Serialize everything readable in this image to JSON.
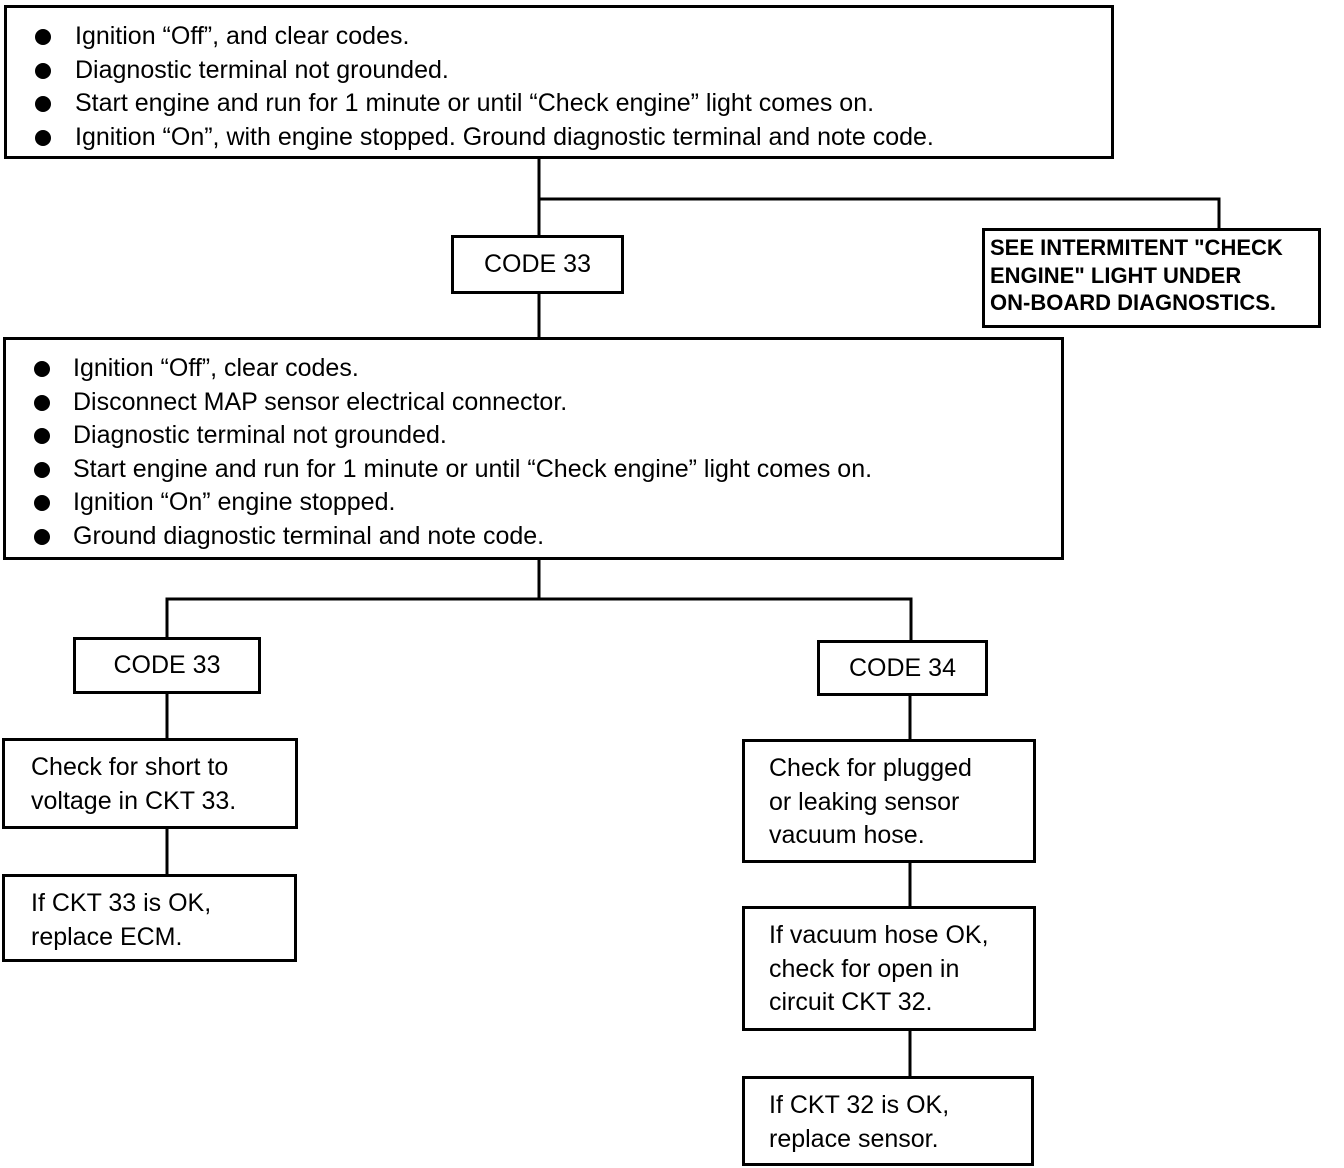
{
  "top_box": {
    "items": [
      "Ignition “Off”, and clear codes.",
      "Diagnostic terminal not grounded.",
      "Start engine and run for 1 minute or until “Check engine” light comes on.",
      "Ignition “On”, with engine stopped. Ground diagnostic terminal and note code."
    ]
  },
  "code_top": "CODE 33",
  "intermittent_note": [
    "SEE INTERMITENT \"CHECK",
    "ENGINE\" LIGHT UNDER",
    "ON-BOARD DIAGNOSTICS."
  ],
  "middle_box": {
    "items": [
      "Ignition “Off”, clear codes.",
      "Disconnect MAP sensor electrical connector.",
      "Diagnostic terminal not grounded.",
      "Start engine and run for 1 minute or until “Check engine” light comes on.",
      "Ignition “On” engine stopped.",
      "Ground diagnostic terminal and note code."
    ]
  },
  "left_branch": {
    "code": "CODE 33",
    "check": [
      "Check for short to",
      "voltage in CKT 33."
    ],
    "result": [
      "If CKT 33 is OK,",
      "replace ECM."
    ]
  },
  "right_branch": {
    "code": "CODE 34",
    "check": [
      "Check for plugged",
      "or leaking sensor",
      "vacuum hose."
    ],
    "check_open": [
      "If vacuum hose OK,",
      "check for open in",
      "circuit CKT 32."
    ],
    "result": [
      "If CKT 32 is OK,",
      "replace sensor."
    ]
  }
}
